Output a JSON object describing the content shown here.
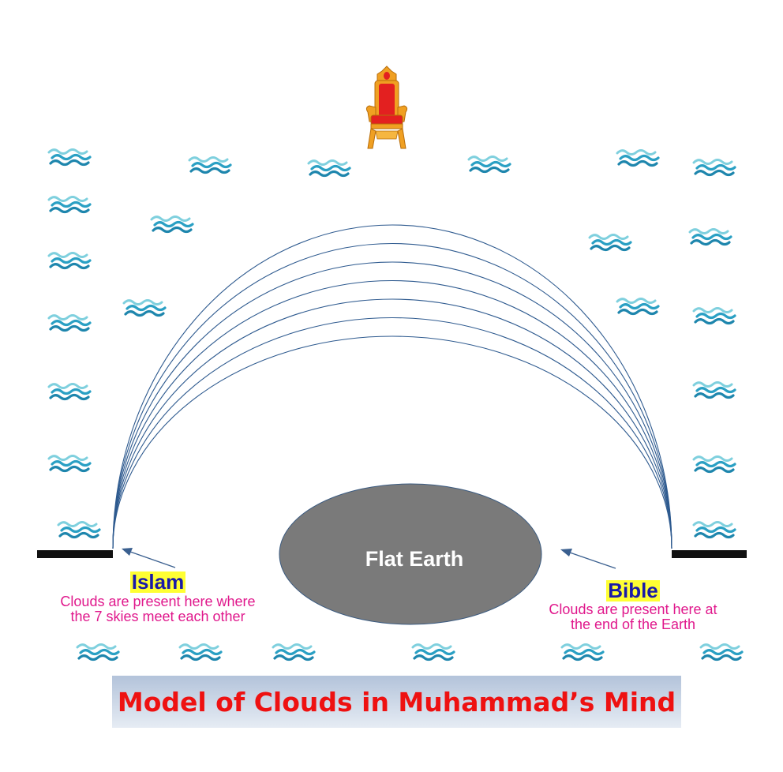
{
  "title": "Model of Clouds in Muhammad’s Mind",
  "earth": {
    "label": "Flat Earth"
  },
  "islam": {
    "title": "Islam",
    "caption_line1": "Clouds are present here where",
    "caption_line2": "the 7 skies meet each other"
  },
  "bible": {
    "title": "Bible",
    "caption_line1": "Clouds are present here at",
    "caption_line2": "the end of the Earth"
  },
  "sky_count": 7,
  "colors": {
    "sky_arcs": "#2e5a8f",
    "earth_fill": "#7a7a7a",
    "ground_edge": "#111111",
    "cloud_light": "#7fd0de",
    "cloud_dark": "#1e90b6",
    "label_title": "#1a1aa8",
    "label_highlight": "#ffff33",
    "caption": "#e0188c",
    "title_text": "#ee1111",
    "throne_red": "#e32020",
    "throne_gold": "#f0a022"
  },
  "icons": {
    "throne": "throne-icon",
    "cloud": "cloud-icon"
  }
}
